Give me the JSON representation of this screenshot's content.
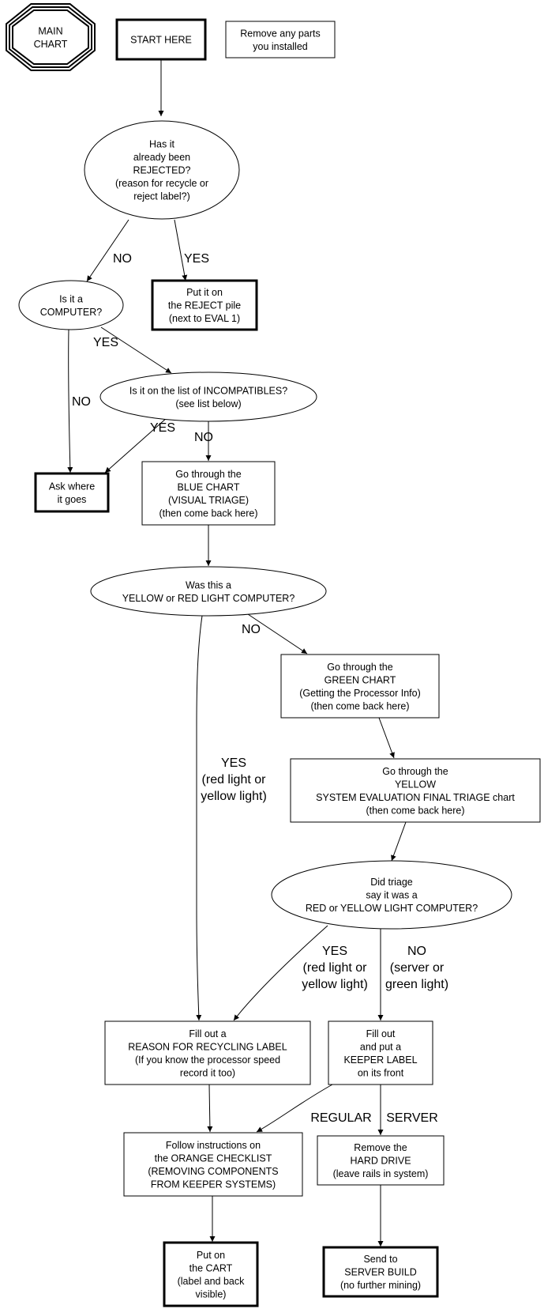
{
  "diagram": {
    "type": "flowchart",
    "title": "MAIN CHART",
    "colors": {
      "stroke": "#000000",
      "background": "#ffffff",
      "text": "#000000"
    },
    "nodes": [
      {
        "id": "main_chart",
        "shape": "octagon-triple",
        "lines": [
          "MAIN",
          "CHART"
        ]
      },
      {
        "id": "start_here",
        "shape": "box-bold",
        "lines": [
          "START HERE"
        ]
      },
      {
        "id": "remove_parts",
        "shape": "box",
        "lines": [
          "Remove any parts",
          "you installed"
        ]
      },
      {
        "id": "rejected_q",
        "shape": "ellipse",
        "lines": [
          "Has it",
          "already been",
          "REJECTED?",
          "(reason for recycle or",
          "reject label?)"
        ]
      },
      {
        "id": "computer_q",
        "shape": "ellipse",
        "lines": [
          "Is it a",
          "COMPUTER?"
        ]
      },
      {
        "id": "reject_pile",
        "shape": "box-bold",
        "lines": [
          "Put it on",
          "the REJECT pile",
          "(next to EVAL 1)"
        ]
      },
      {
        "id": "incompatibles_q",
        "shape": "ellipse",
        "lines": [
          "Is it on the list of INCOMPATIBLES?",
          "(see list below)"
        ]
      },
      {
        "id": "ask_where",
        "shape": "box-bold",
        "lines": [
          "Ask where",
          "it goes"
        ]
      },
      {
        "id": "blue_chart",
        "shape": "box",
        "lines": [
          "Go through the",
          "BLUE CHART",
          "(VISUAL TRIAGE)",
          "(then come back here)"
        ]
      },
      {
        "id": "yellow_red_q",
        "shape": "ellipse",
        "lines": [
          "Was this a",
          "YELLOW or RED LIGHT COMPUTER?"
        ]
      },
      {
        "id": "green_chart",
        "shape": "box",
        "lines": [
          "Go through the",
          "GREEN CHART",
          "(Getting the Processor Info)",
          "(then come back here)"
        ]
      },
      {
        "id": "yellow_chart",
        "shape": "box",
        "lines": [
          "Go through the",
          "YELLOW",
          "SYSTEM EVALUATION FINAL TRIAGE chart",
          "(then come back here)"
        ]
      },
      {
        "id": "triage_q",
        "shape": "ellipse",
        "lines": [
          "Did triage",
          "say it was a",
          "RED or YELLOW LIGHT COMPUTER?"
        ]
      },
      {
        "id": "recycling_label",
        "shape": "box",
        "lines": [
          "Fill out a",
          "REASON FOR RECYCLING LABEL",
          "(If you know the processor speed",
          "record it too)"
        ]
      },
      {
        "id": "keeper_label",
        "shape": "box",
        "lines": [
          "Fill out",
          "and put a",
          "KEEPER LABEL",
          "on its front"
        ]
      },
      {
        "id": "orange_checklist",
        "shape": "box",
        "lines": [
          "Follow instructions on",
          "the ORANGE CHECKLIST",
          "(REMOVING COMPONENTS",
          "FROM KEEPER SYSTEMS)"
        ]
      },
      {
        "id": "hard_drive",
        "shape": "box",
        "lines": [
          "Remove the",
          "HARD DRIVE",
          "(leave rails in system)"
        ]
      },
      {
        "id": "cart",
        "shape": "box-bold",
        "lines": [
          "Put on",
          "the CART",
          "(label and back",
          "visible)"
        ]
      },
      {
        "id": "server_build",
        "shape": "box-bold",
        "lines": [
          "Send to",
          "SERVER BUILD",
          "(no further mining)"
        ]
      }
    ],
    "edges": [
      {
        "id": "e1",
        "from": "start_here",
        "to": "rejected_q",
        "label": []
      },
      {
        "id": "e2",
        "from": "rejected_q",
        "to": "computer_q",
        "label": [
          "NO"
        ]
      },
      {
        "id": "e3",
        "from": "rejected_q",
        "to": "reject_pile",
        "label": [
          "YES"
        ]
      },
      {
        "id": "e4",
        "from": "computer_q",
        "to": "incompatibles_q",
        "label": [
          "YES"
        ]
      },
      {
        "id": "e5",
        "from": "computer_q",
        "to": "ask_where",
        "label": [
          "NO"
        ]
      },
      {
        "id": "e6",
        "from": "incompatibles_q",
        "to": "ask_where",
        "label": [
          "YES"
        ]
      },
      {
        "id": "e7",
        "from": "incompatibles_q",
        "to": "blue_chart",
        "label": [
          "NO"
        ]
      },
      {
        "id": "e8",
        "from": "blue_chart",
        "to": "yellow_red_q",
        "label": []
      },
      {
        "id": "e9",
        "from": "yellow_red_q",
        "to": "green_chart",
        "label": [
          "NO"
        ]
      },
      {
        "id": "e10",
        "from": "yellow_red_q",
        "to": "recycling_label",
        "label": [
          "YES",
          "(red light or",
          "yellow light)"
        ]
      },
      {
        "id": "e11",
        "from": "green_chart",
        "to": "yellow_chart",
        "label": []
      },
      {
        "id": "e12",
        "from": "yellow_chart",
        "to": "triage_q",
        "label": []
      },
      {
        "id": "e13",
        "from": "triage_q",
        "to": "recycling_label",
        "label": [
          "YES",
          "(red light or",
          "yellow light)"
        ]
      },
      {
        "id": "e14",
        "from": "triage_q",
        "to": "keeper_label",
        "label": [
          "NO",
          "(server or",
          "green light)"
        ]
      },
      {
        "id": "e15",
        "from": "recycling_label",
        "to": "orange_checklist",
        "label": []
      },
      {
        "id": "e16",
        "from": "keeper_label",
        "to": "orange_checklist",
        "label": [
          "REGULAR"
        ]
      },
      {
        "id": "e17",
        "from": "keeper_label",
        "to": "hard_drive",
        "label": [
          "SERVER"
        ]
      },
      {
        "id": "e18",
        "from": "orange_checklist",
        "to": "cart",
        "label": []
      },
      {
        "id": "e19",
        "from": "hard_drive",
        "to": "server_build",
        "label": []
      }
    ]
  }
}
